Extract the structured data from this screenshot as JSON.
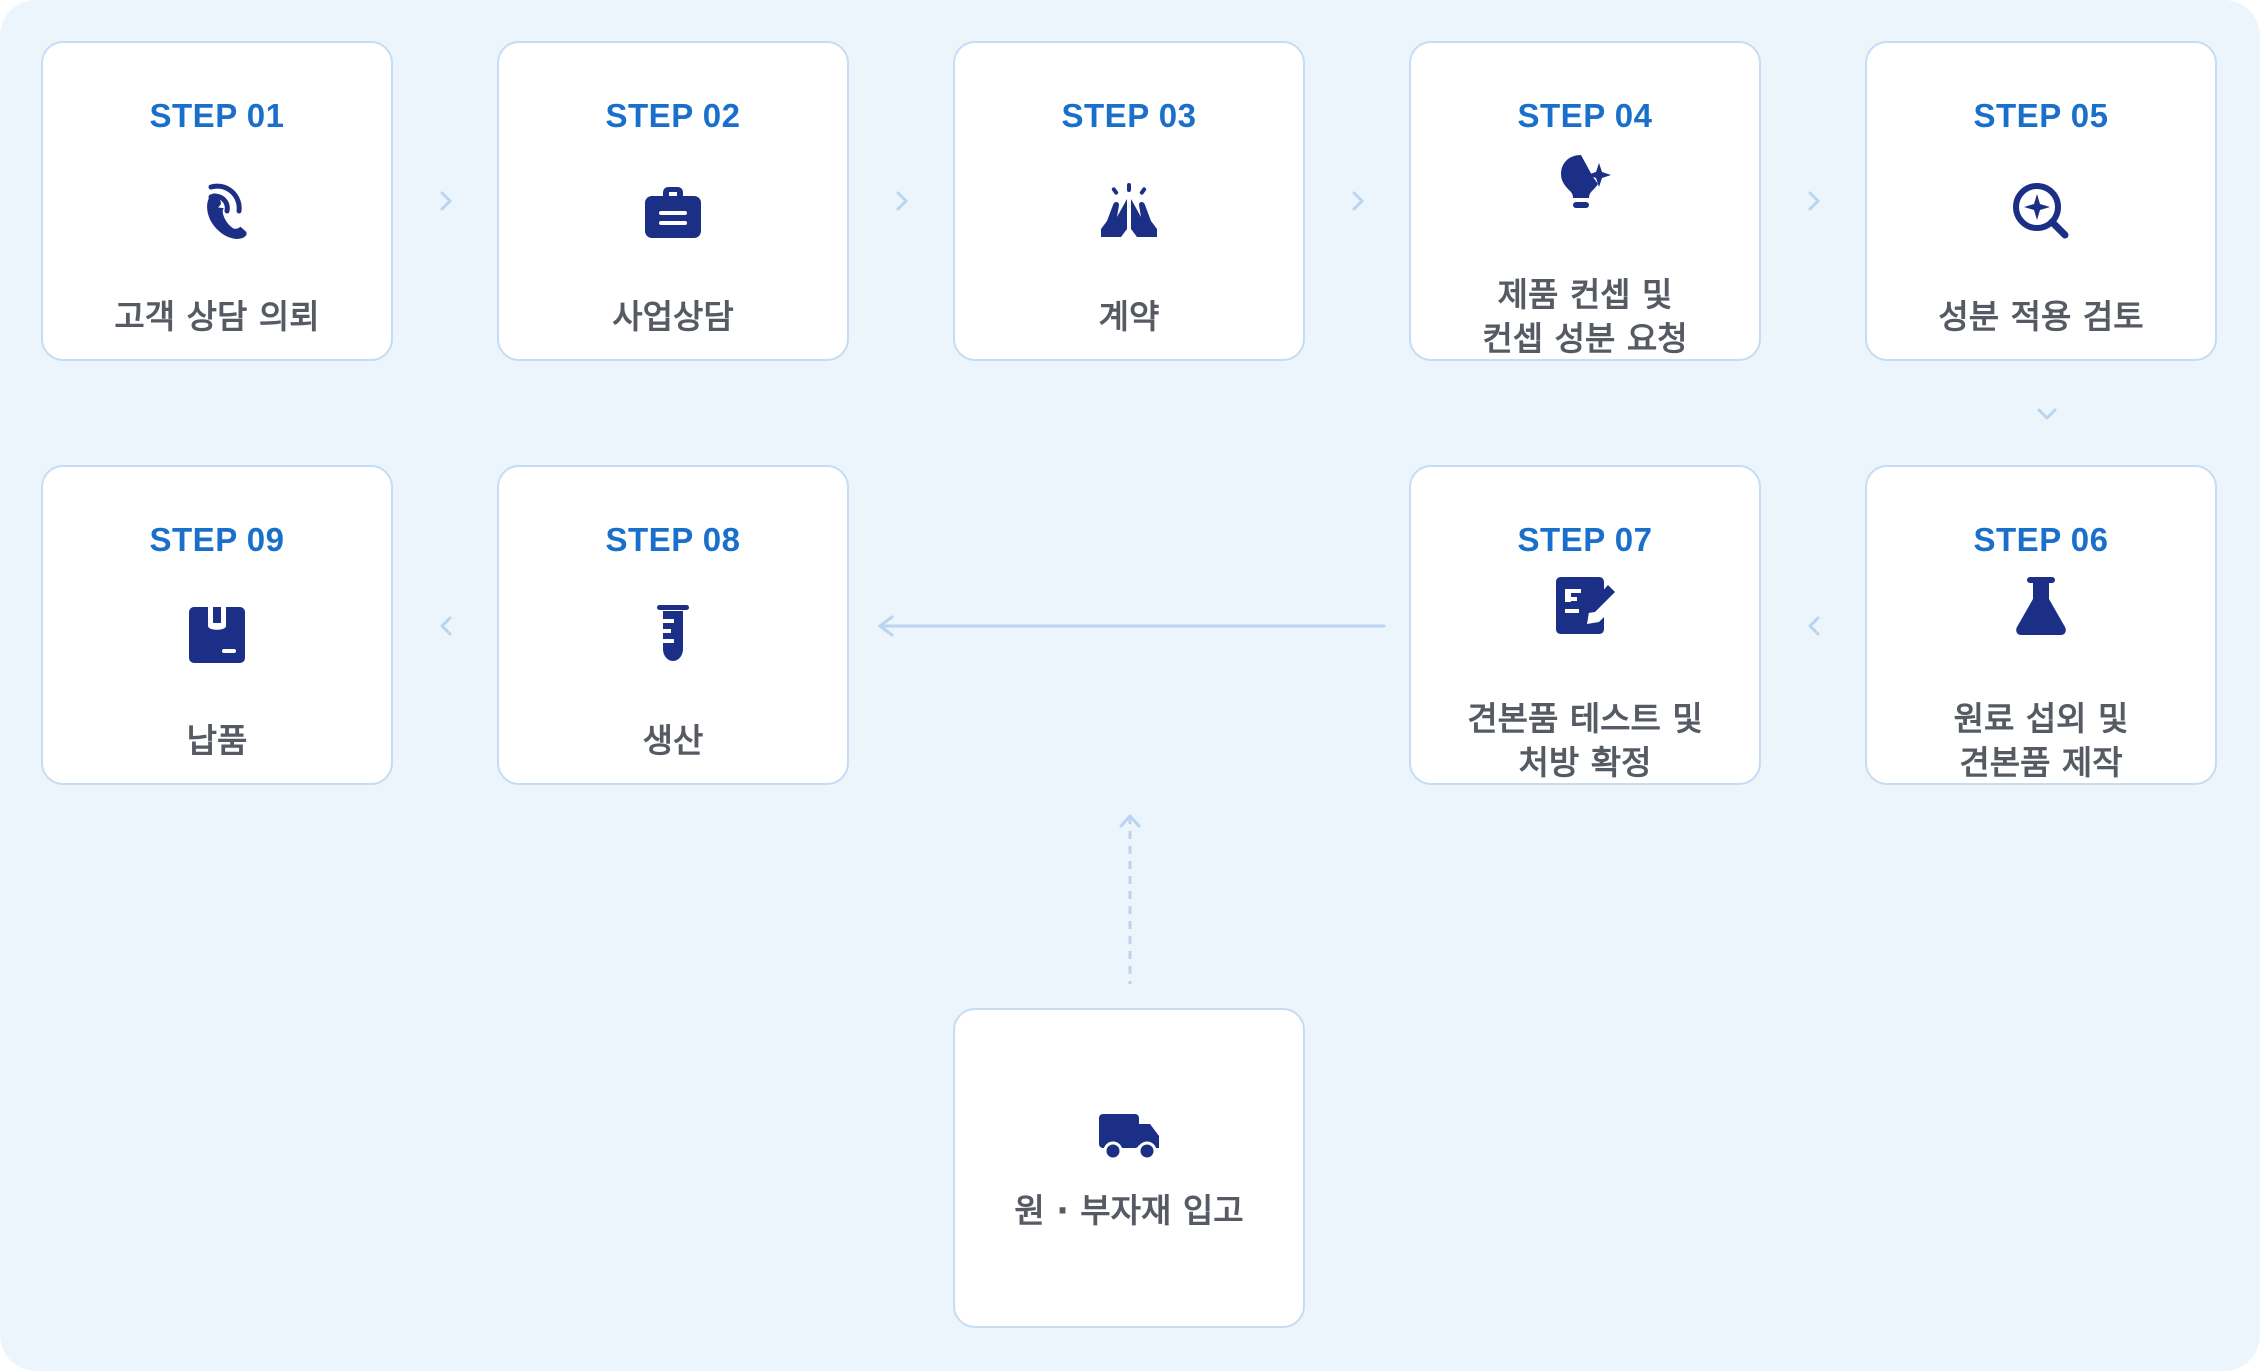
{
  "colors": {
    "panel": "#ecf4fc",
    "card_border": "#c5dcf2",
    "step": "#1a6fcb",
    "icon": "#1b2f86",
    "title": "#555a63",
    "connector": "#b9d5f0"
  },
  "steps": [
    {
      "label": "STEP 01",
      "title": "고객 상담 의뢰",
      "icon": "phone-ringing-icon"
    },
    {
      "label": "STEP 02",
      "title": "사업상담",
      "icon": "briefcase-icon"
    },
    {
      "label": "STEP 03",
      "title": "계약",
      "icon": "praying-hands-icon"
    },
    {
      "label": "STEP 04",
      "title": "제품 컨셉 및\n컨셉 성분 요청",
      "icon": "lightbulb-sparkle-icon"
    },
    {
      "label": "STEP 05",
      "title": "성분 적용 검토",
      "icon": "magnify-sparkle-icon"
    },
    {
      "label": "STEP 06",
      "title": "원료 섭외 및\n견본품 제작",
      "icon": "flask-icon"
    },
    {
      "label": "STEP 07",
      "title": "견본품 테스트 및\n처방 확정",
      "icon": "document-edit-icon"
    },
    {
      "label": "STEP 08",
      "title": "생산",
      "icon": "test-tube-icon"
    },
    {
      "label": "STEP 09",
      "title": "납품",
      "icon": "box-icon"
    }
  ],
  "extra": {
    "title": "원 · 부자재 입고",
    "icon": "truck-icon"
  }
}
